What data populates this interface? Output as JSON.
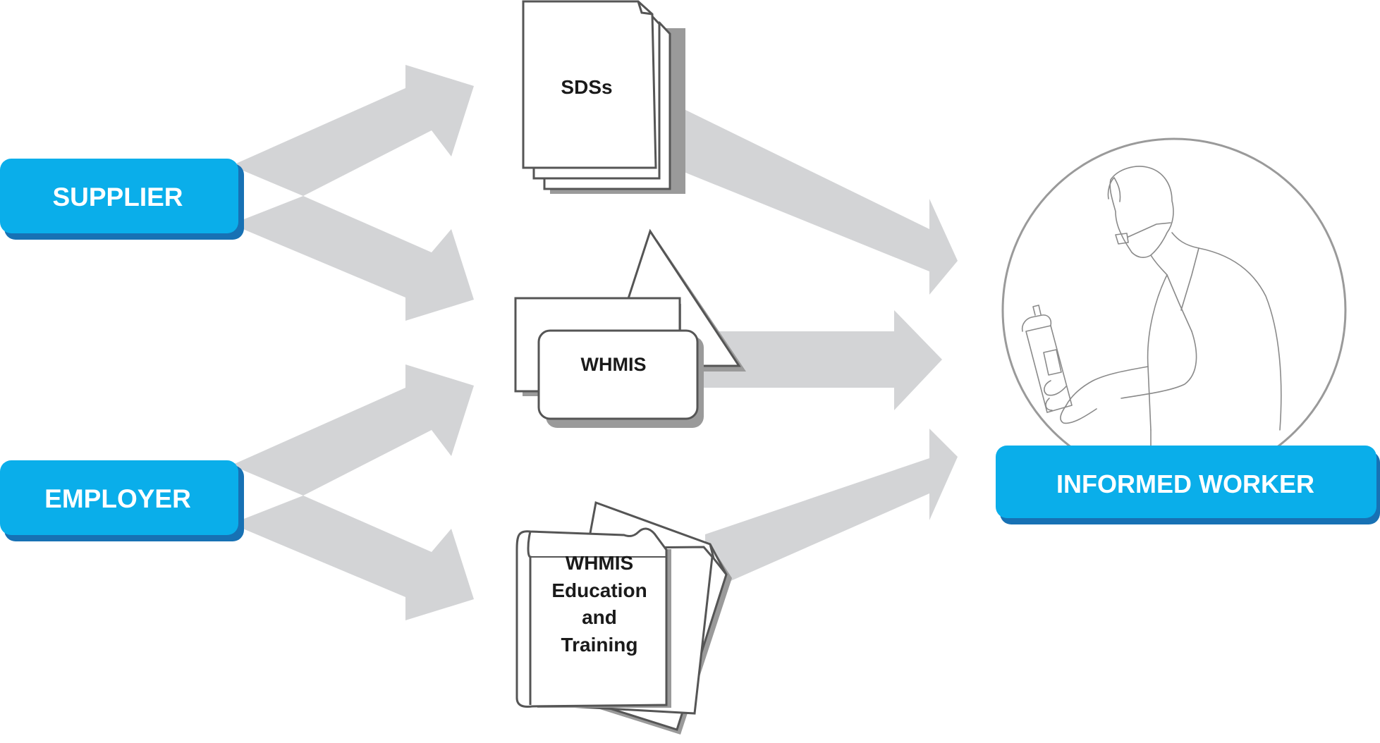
{
  "sources": [
    {
      "id": "supplier",
      "label": "SUPPLIER"
    },
    {
      "id": "employer",
      "label": "EMPLOYER"
    }
  ],
  "documents": {
    "sds": {
      "label": "SDSs"
    },
    "whmis": {
      "label": "WHMIS"
    },
    "training": {
      "lines": [
        "WHMIS",
        "Education",
        "and",
        "Training"
      ]
    }
  },
  "target": {
    "label": "INFORMED WORKER"
  },
  "colors": {
    "box_fill": "#0aaeea",
    "box_shadow": "#1771b4",
    "arrow": "#d3d4d6",
    "outline": "#555555",
    "doc_shadow": "#9a9a9a"
  },
  "icons": [
    "worker-with-bottle-icon",
    "hazard-triangle-icon",
    "stacked-pages-icon",
    "binder-icon"
  ]
}
